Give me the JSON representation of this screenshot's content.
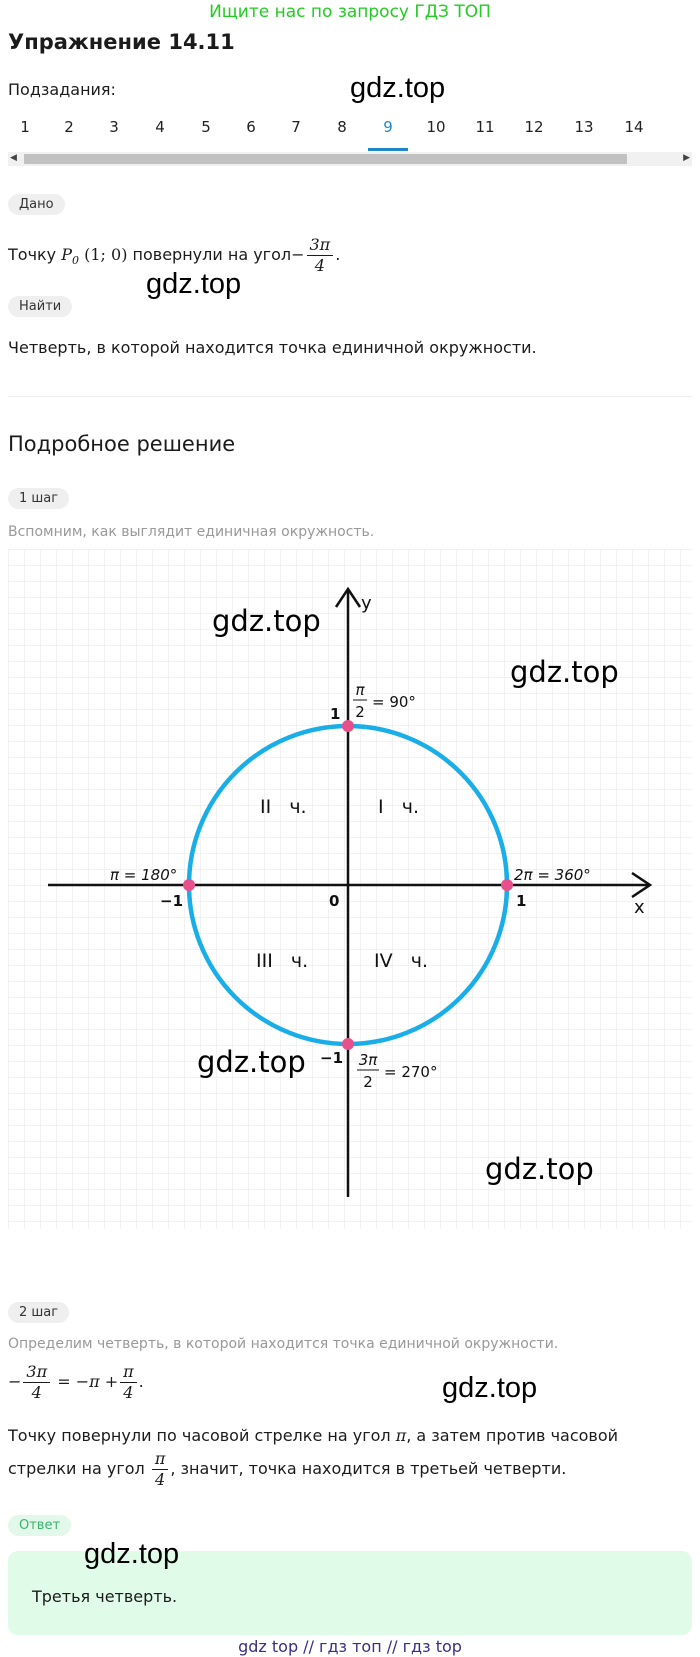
{
  "banner": "Ищите нас по запросу ГДЗ ТОП",
  "title": "Упражнение 14.11",
  "subtasks_label": "Подзадания:",
  "watermark": "gdz.top",
  "subtasks": [
    "1",
    "2",
    "3",
    "4",
    "5",
    "6",
    "7",
    "8",
    "9",
    "10",
    "11",
    "12",
    "13",
    "14"
  ],
  "active_subtask": "9",
  "given": {
    "pill": "Дано",
    "prefix": "Точку",
    "point": "P",
    "point_sub": "0",
    "coords": "(1; 0)",
    "middle": "повернули на угол",
    "minus": "−",
    "angle_num": "3π",
    "angle_den": "4",
    "end": "."
  },
  "find": {
    "pill": "Найти",
    "text": "Четверть, в которой находится точка единичной окружности."
  },
  "solution_title": "Подробное решение",
  "step1": {
    "pill": "1 шаг",
    "text": "Вспомним, как выглядит единичная окружность."
  },
  "diagram": {
    "axis_x": "x",
    "axis_y": "y",
    "origin": "0",
    "tick_pos_x": "1",
    "tick_neg_x": "−1",
    "tick_pos_y": "1",
    "tick_neg_y": "−1",
    "label_top_num": "π",
    "label_top_den": "2",
    "label_top_val": "= 90°",
    "label_left": "π = 180°",
    "label_right": "2π = 360°",
    "label_bottom_num": "3π",
    "label_bottom_den": "2",
    "label_bottom_val": "= 270°",
    "q1": "I   ч.",
    "q2": "II   ч.",
    "q3": "III   ч.",
    "q4": "IV   ч.",
    "circle_color": "#1aaee8",
    "point_color": "#e8508c"
  },
  "step2": {
    "pill": "2 шаг",
    "text": "Определим четверть, в которой находится точка единичной окружности.",
    "eq_minus": "−",
    "eq_num": "3π",
    "eq_den": "4",
    "eq_mid": "= −π +",
    "eq_num2": "π",
    "eq_den2": "4",
    "eq_end": ".",
    "line1": "Точку повернули по часовой стрелке на угол",
    "line1_pi": "π",
    "line1_end": ", а затем против часовой",
    "line2_start": "стрелки на угол",
    "line2_num": "π",
    "line2_den": "4",
    "line2_end": ", значит, точка находится в третьей четверти."
  },
  "answer": {
    "pill": "Ответ",
    "text": "Третья четверть."
  },
  "footer": "gdz top  //  гдз топ  //  гдз top"
}
